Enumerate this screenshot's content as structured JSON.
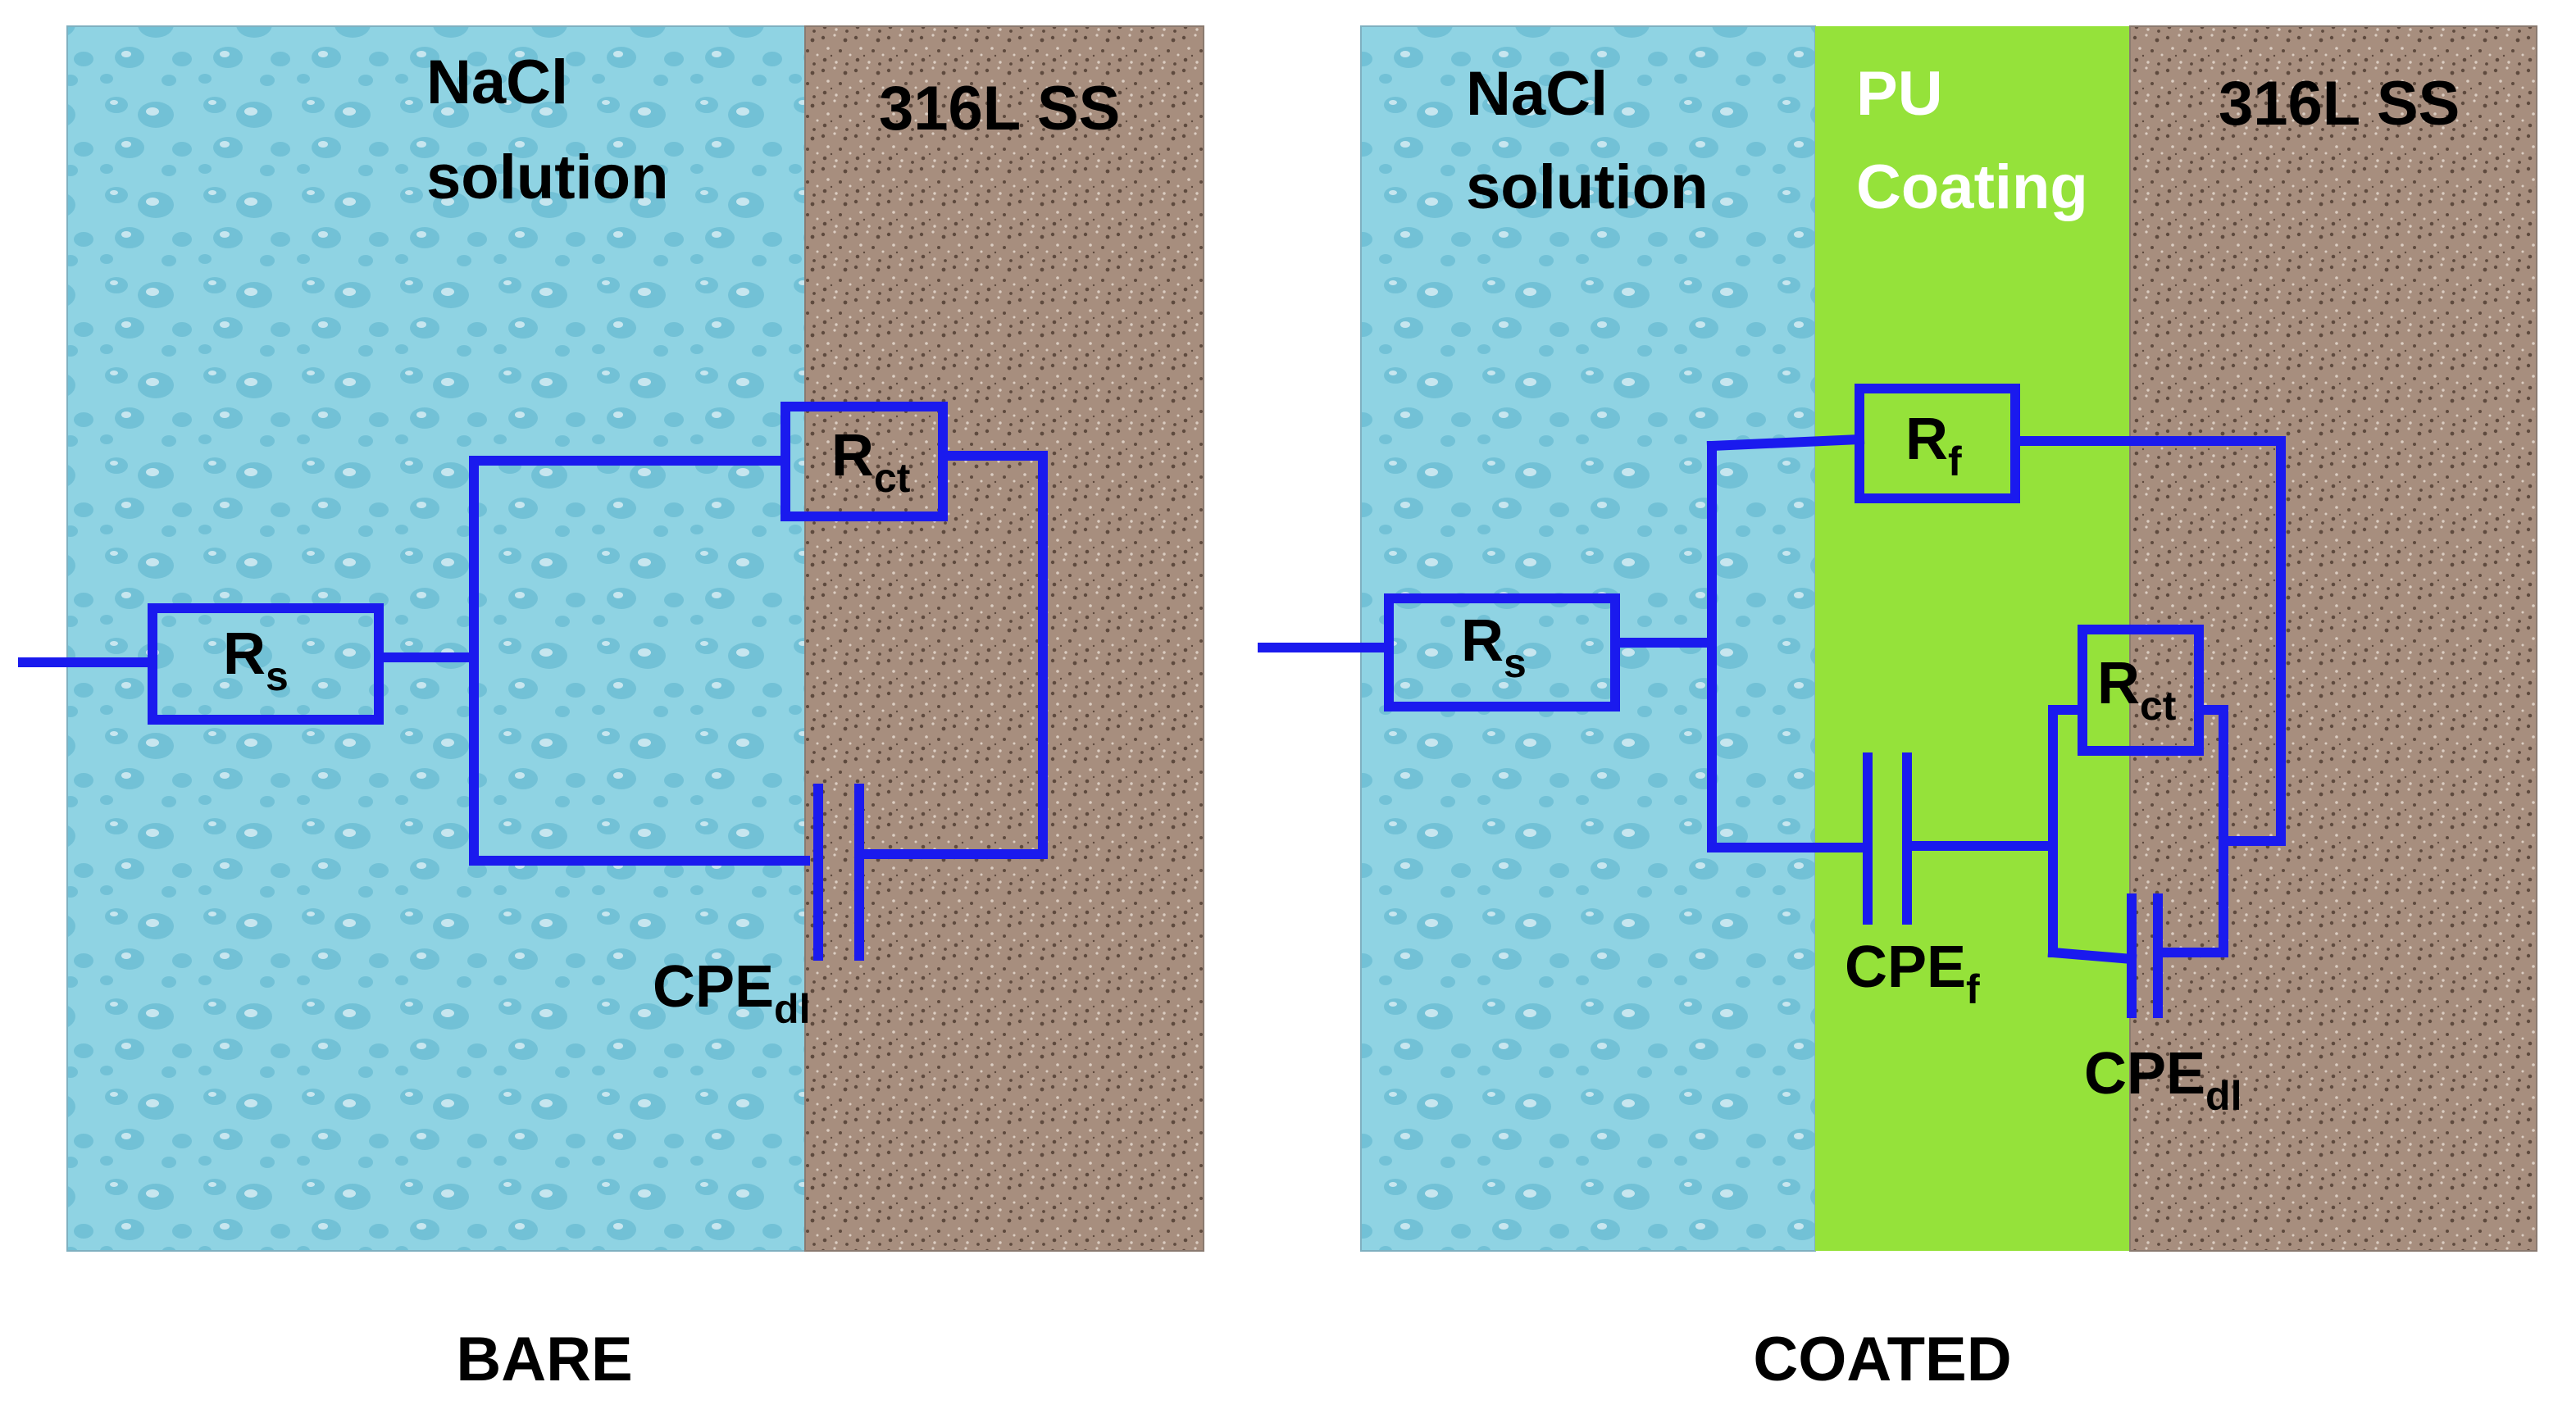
{
  "colors": {
    "solution": "#8fd3e3",
    "solution_dark": "#5ab3cc",
    "steel": "#a78e7e",
    "steel_dark": "#5e4a3e",
    "coating": "#95e23a",
    "circuit": "#1a1aee",
    "text": "#000000",
    "coating_text": "#ffffff"
  },
  "bare": {
    "solution_label_line1": "NaCl",
    "solution_label_line2": "solution",
    "metal_label": "316L SS",
    "caption": "BARE",
    "components": {
      "rs": {
        "main": "R",
        "sub": "s"
      },
      "rct": {
        "main": "R",
        "sub": "ct"
      },
      "cpe_dl": {
        "main": "CPE",
        "sub": "dl"
      }
    }
  },
  "coated": {
    "solution_label_line1": "NaCl",
    "solution_label_line2": "solution",
    "coating_label_line1": "PU",
    "coating_label_line2": "Coating",
    "metal_label": "316L SS",
    "caption": "COATED",
    "components": {
      "rs": {
        "main": "R",
        "sub": "s"
      },
      "rf": {
        "main": "R",
        "sub": "f"
      },
      "rct": {
        "main": "R",
        "sub": "ct"
      },
      "cpe_f": {
        "main": "CPE",
        "sub": "f"
      },
      "cpe_dl": {
        "main": "CPE",
        "sub": "dl"
      }
    }
  }
}
